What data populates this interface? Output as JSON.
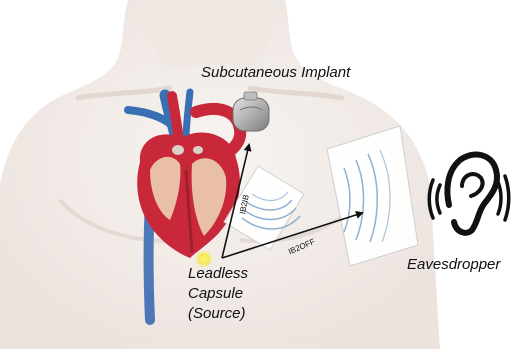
{
  "labels": {
    "implant": "Subcutaneous Implant",
    "source_lines": [
      "Leadless",
      "Capsule",
      "(Source)"
    ],
    "eavesdropper": "Eavesdropper",
    "link_ib2ib": "IB2IB",
    "link_ib2off": "IB2OFF"
  },
  "colors": {
    "skin": "#f3ede9",
    "skin_shadow": "#e6dcd6",
    "heart_red": "#c8283a",
    "vessel_blue": "#3a6fb4",
    "implant_gray": "#9a9a9a",
    "capsule_yellow": "#f5e84a",
    "ear_black": "#111111"
  },
  "icons": {
    "implant": "implant-device-icon",
    "capsule": "leadless-capsule-icon",
    "ear": "ear-icon"
  }
}
